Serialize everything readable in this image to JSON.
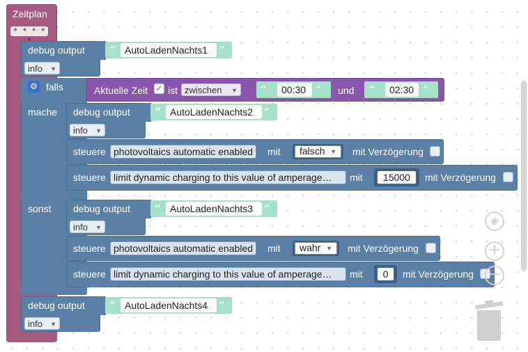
{
  "schedule": {
    "title": "Zeitplan",
    "pattern": "* * * * *"
  },
  "debug1": {
    "label": "debug output",
    "text": "AutoLadenNachts1",
    "level": "info"
  },
  "if_block": {
    "falls": "falls",
    "mache": "mache",
    "sonst": "sonst",
    "condition": {
      "label": "Aktuelle Zeit",
      "is": "ist",
      "op": "zwischen",
      "from": "00:30",
      "and": "und",
      "to": "02:30"
    }
  },
  "debug2": {
    "label": "debug output",
    "text": "AutoLadenNachts2",
    "level": "info"
  },
  "control1": {
    "label": "steuere",
    "target": "photovoltaics automatic enabled",
    "with": "mit",
    "value": "falsch",
    "delay": "mit Verzögerung"
  },
  "control2": {
    "label": "steuere",
    "target": "limit dynamic charging to this value of amperage…",
    "with": "mit",
    "value": "15000",
    "delay": "mit Verzögerung"
  },
  "debug3": {
    "label": "debug output",
    "text": "AutoLadenNachts3",
    "level": "info"
  },
  "control3": {
    "label": "steuere",
    "target": "photovoltaics automatic enabled",
    "with": "mit",
    "value": "wahr",
    "delay": "mit Verzögerung"
  },
  "control4": {
    "label": "steuere",
    "target": "limit dynamic charging to this value of amperage…",
    "with": "mit",
    "value": "0",
    "delay": "mit Verzögerung"
  },
  "debug4": {
    "label": "debug output",
    "text": "AutoLadenNachts4",
    "level": "info"
  },
  "controls": {
    "recenter_icon": "target-icon",
    "zoom_in": "+",
    "zoom_out": "−",
    "trash_icon": "trash-icon"
  }
}
